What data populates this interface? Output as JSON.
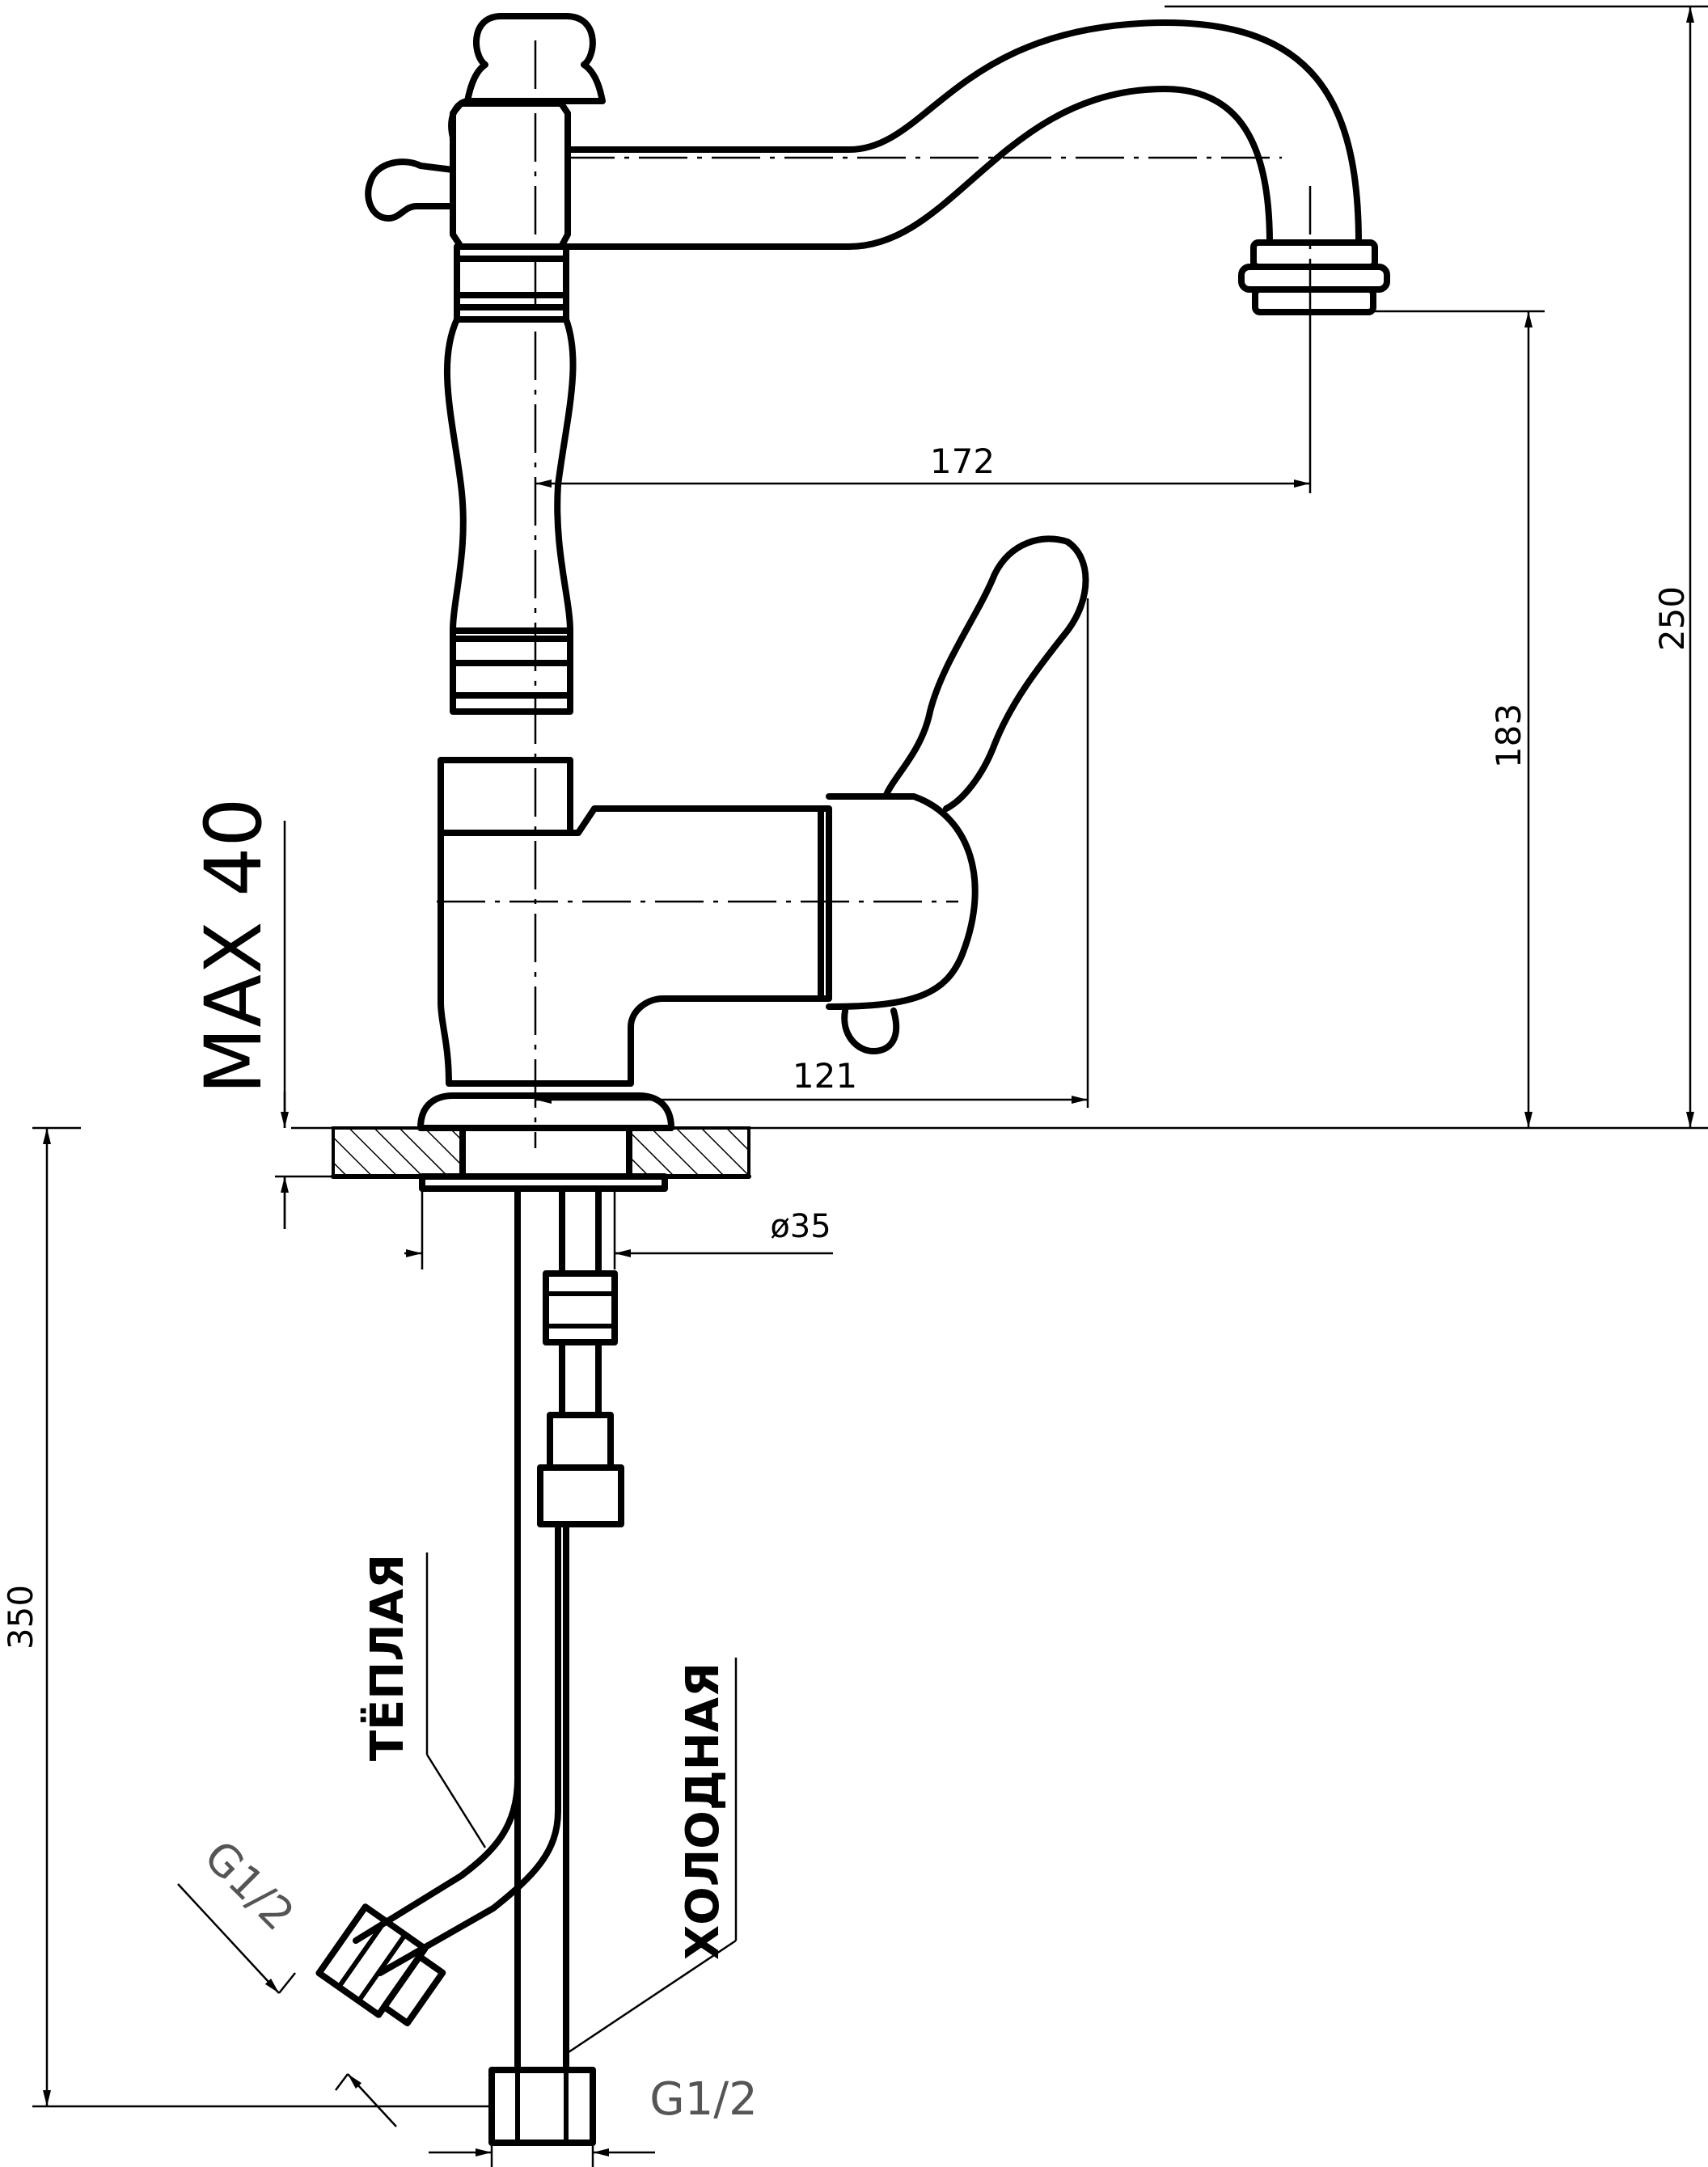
{
  "dimensions": {
    "spout_reach": "172",
    "total_height": "250",
    "spout_height": "183",
    "lever_reach": "121",
    "max_thickness": "MAX 40",
    "mount_diameter": "ø35",
    "hose_length": "350",
    "thread_warm": "G1/2",
    "thread_cold": "G1/2"
  },
  "labels": {
    "warm_hose": "ТЁПЛАЯ",
    "cold_hose": "ХОЛОДНАЯ"
  }
}
